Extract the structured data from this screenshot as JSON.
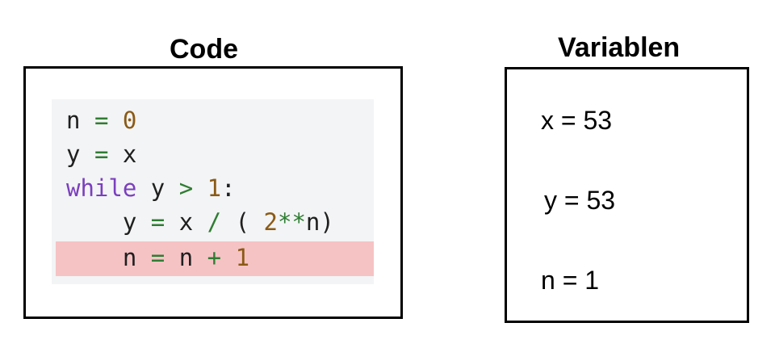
{
  "code_panel": {
    "title": "Code",
    "highlight_color": "#f6c3c5",
    "background_color": "#f3f4f5",
    "highlighted_line": 5,
    "lines": [
      [
        {
          "text": "n",
          "type": "name"
        },
        {
          "text": " ",
          "type": "space"
        },
        {
          "text": "=",
          "type": "op"
        },
        {
          "text": " ",
          "type": "space"
        },
        {
          "text": "0",
          "type": "num"
        }
      ],
      [
        {
          "text": "y",
          "type": "name"
        },
        {
          "text": " ",
          "type": "space"
        },
        {
          "text": "=",
          "type": "op"
        },
        {
          "text": " ",
          "type": "space"
        },
        {
          "text": "x",
          "type": "name"
        }
      ],
      [
        {
          "text": "while",
          "type": "kw"
        },
        {
          "text": " ",
          "type": "space"
        },
        {
          "text": "y",
          "type": "name"
        },
        {
          "text": " ",
          "type": "space"
        },
        {
          "text": ">",
          "type": "op"
        },
        {
          "text": " ",
          "type": "space"
        },
        {
          "text": "1",
          "type": "num"
        },
        {
          "text": ":",
          "type": "punc"
        }
      ],
      [
        {
          "text": "    ",
          "type": "space"
        },
        {
          "text": "y",
          "type": "name"
        },
        {
          "text": " ",
          "type": "space"
        },
        {
          "text": "=",
          "type": "op"
        },
        {
          "text": " ",
          "type": "space"
        },
        {
          "text": "x",
          "type": "name"
        },
        {
          "text": " ",
          "type": "space"
        },
        {
          "text": "/",
          "type": "op"
        },
        {
          "text": " ",
          "type": "space"
        },
        {
          "text": "(",
          "type": "punc"
        },
        {
          "text": " ",
          "type": "space"
        },
        {
          "text": "2",
          "type": "num"
        },
        {
          "text": "**",
          "type": "op"
        },
        {
          "text": "n",
          "type": "name"
        },
        {
          "text": ")",
          "type": "punc"
        }
      ],
      [
        {
          "text": "    ",
          "type": "space"
        },
        {
          "text": "n",
          "type": "name"
        },
        {
          "text": " ",
          "type": "space"
        },
        {
          "text": "=",
          "type": "op"
        },
        {
          "text": " ",
          "type": "space"
        },
        {
          "text": "n",
          "type": "name"
        },
        {
          "text": " ",
          "type": "space"
        },
        {
          "text": "+",
          "type": "op"
        },
        {
          "text": " ",
          "type": "space"
        },
        {
          "text": "1",
          "type": "num"
        }
      ]
    ]
  },
  "variables_panel": {
    "title": "Variablen",
    "items": [
      {
        "label": "x = 53"
      },
      {
        "label": "y = 53"
      },
      {
        "label": "n = 1"
      }
    ]
  },
  "syntax_colors": {
    "name": "#1f1f1f",
    "op": "#2e7d32",
    "num": "#8b5a14",
    "kw": "#7b3fbf",
    "punc": "#1f1f1f"
  }
}
